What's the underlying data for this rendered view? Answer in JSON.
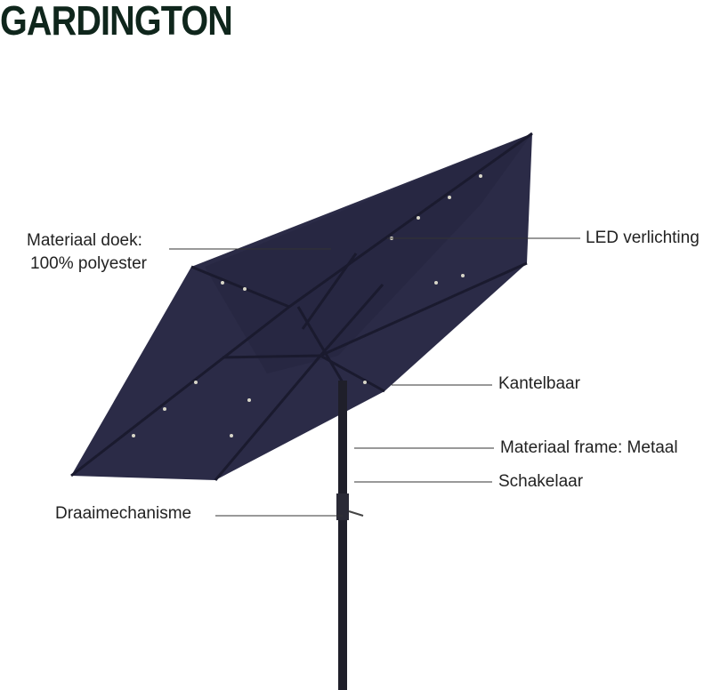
{
  "brand": "GARDINGTON",
  "labels": {
    "fabric_line1": "Materiaal doek:",
    "fabric_line2": "100% polyester",
    "led": "LED verlichting",
    "tilt": "Kantelbaar",
    "frame": "Materiaal frame: Metaal",
    "switch": "Schakelaar",
    "crank": "Draaimechanisme"
  },
  "colors": {
    "canopy": "#2b2b47",
    "logo": "#0f261c",
    "pole": "#1f1f2a"
  }
}
